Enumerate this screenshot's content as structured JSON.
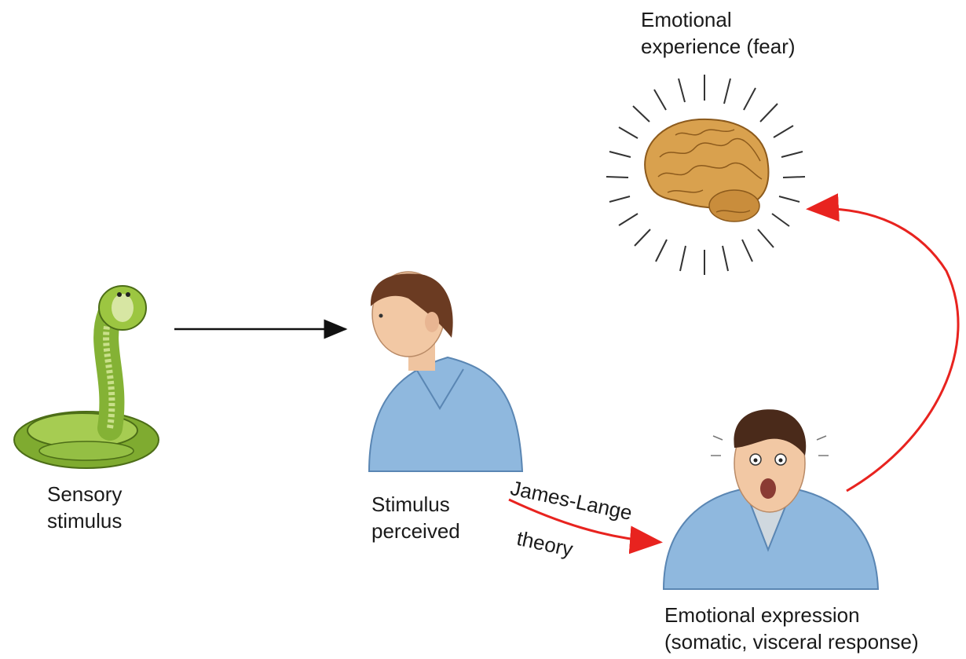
{
  "labels": {
    "sensory_1": "Sensory",
    "sensory_2": "stimulus",
    "perceived_1": "Stimulus",
    "perceived_2": "perceived",
    "experience_1": "Emotional",
    "experience_2": "experience (fear)",
    "expression_1": "Emotional expression",
    "expression_2": "(somatic, visceral response)",
    "theory_1": "James-Lange",
    "theory_2": "theory"
  },
  "colors": {
    "arrow_black": "#111111",
    "arrow_red": "#e8231f",
    "snake_green": "#8dbb3a",
    "shirt_blue": "#8fb8de",
    "brain_tan": "#d9a14e",
    "skin": "#f2c8a4",
    "hair": "#6b3b22"
  },
  "icons": {
    "snake": "cobra-illustration",
    "man_calm": "man-profile-illustration",
    "man_scared": "frightened-man-illustration",
    "brain": "glowing-brain-illustration"
  }
}
